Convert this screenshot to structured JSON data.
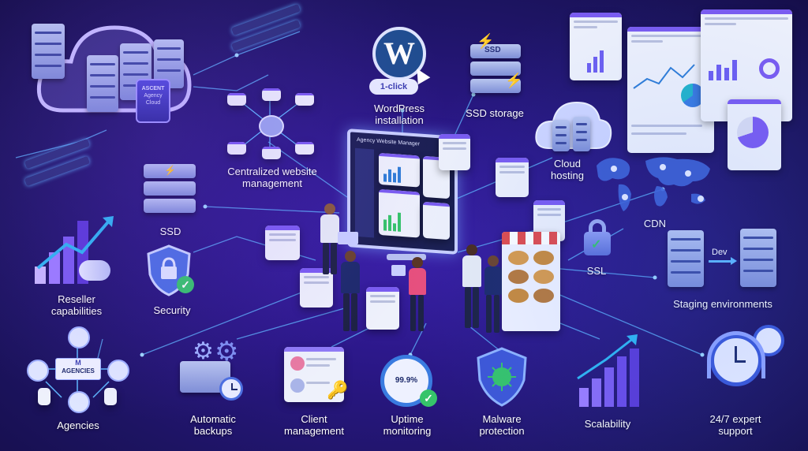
{
  "colors": {
    "background": "#231573",
    "accent": "#7a5cf0",
    "wire": "#5fb8ff",
    "check": "#36c46a"
  },
  "cloud": {
    "badge_title": "ASCENT",
    "badge_line1": "Agency",
    "badge_line2": "Cloud"
  },
  "wordpress": {
    "logo_letter": "W",
    "button": "1-click",
    "label_line1": "WordPress",
    "label_line2": "installation"
  },
  "ssd_storage": {
    "chip": "SSD",
    "label": "SSD storage"
  },
  "centralized": {
    "label_line1": "Centralized website",
    "label_line2": "management"
  },
  "cloud_hosting": {
    "label_line1": "Cloud",
    "label_line2": "hosting"
  },
  "monitor_title": "Agency Website Manager",
  "ssd": {
    "label": "SSD"
  },
  "cdn": {
    "label": "CDN"
  },
  "ssl": {
    "label": "SSL"
  },
  "staging": {
    "tag": "Dev",
    "label": "Staging environments"
  },
  "reseller": {
    "label_line1": "Reseller",
    "label_line2": "capabilities"
  },
  "security": {
    "label": "Security"
  },
  "agencies": {
    "badge_logo": "M",
    "badge_text": "AGENCIES",
    "label": "Agencies"
  },
  "backups": {
    "label_line1": "Automatic",
    "label_line2": "backups"
  },
  "client_mgmt": {
    "label_line1": "Client",
    "label_line2": "management"
  },
  "uptime": {
    "value": "99.9%",
    "label_line1": "Uptime",
    "label_line2": "monitoring"
  },
  "malware": {
    "label_line1": "Malware",
    "label_line2": "protection"
  },
  "scalability": {
    "label": "Scalability"
  },
  "support": {
    "label_line1": "24/7 expert",
    "label_line2": "support"
  }
}
